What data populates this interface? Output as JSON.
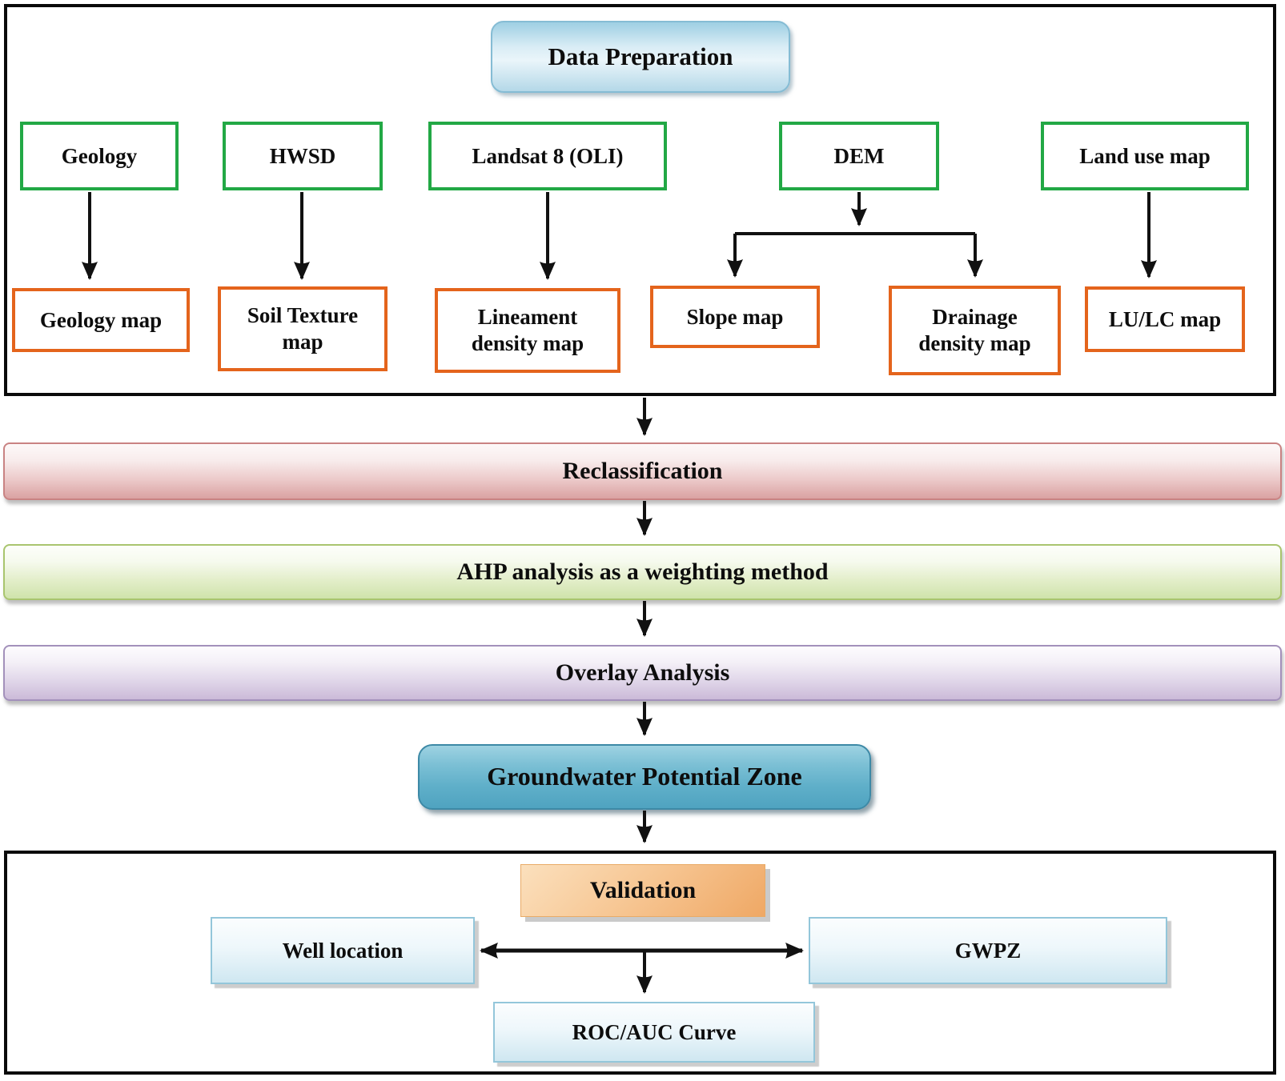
{
  "nodes": {
    "data_preparation": "Data Preparation",
    "sources": [
      {
        "label": "Geology"
      },
      {
        "label": "HWSD"
      },
      {
        "label": "Landsat 8 (OLI)"
      },
      {
        "label": "DEM"
      },
      {
        "label": "Land use map"
      }
    ],
    "maps": [
      {
        "label": "Geology map"
      },
      {
        "label": "Soil Texture map"
      },
      {
        "label": "Lineament density map"
      },
      {
        "label": "Slope map"
      },
      {
        "label": "Drainage density map"
      },
      {
        "label": "LU/LC map"
      }
    ],
    "steps": [
      {
        "label": "Reclassification",
        "accent": "#daa2a2"
      },
      {
        "label": "AHP analysis as a weighting method",
        "accent": "#cfe3ab"
      },
      {
        "label": "Overlay Analysis",
        "accent": "#cbbad8"
      }
    ],
    "gwpz": "Groundwater Potential Zone",
    "validation": {
      "label": "Validation",
      "items": [
        {
          "label": "Well location"
        },
        {
          "label": "GWPZ"
        },
        {
          "label": "ROC/AUC Curve"
        }
      ]
    }
  },
  "colors": {
    "source_border": "#22a845",
    "map_border": "#e4641c",
    "outer_border": "#0a0a0a",
    "arrow": "#111111",
    "data_preparation_fill": "#bfdfee",
    "gwpz_fill": "#62b0c9",
    "validation_fill": "#f3b577",
    "info_box_fill": "#d4e9f2"
  }
}
